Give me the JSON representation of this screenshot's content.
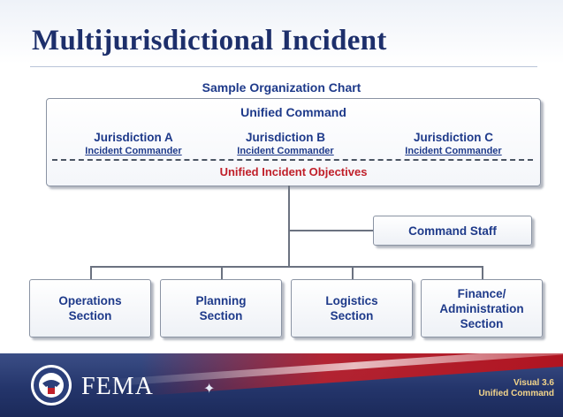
{
  "slide": {
    "title": "Multijurisdictional Incident",
    "subtitle": "Sample Organization Chart"
  },
  "unified_command": {
    "title": "Unified Command",
    "jurisdictions": [
      {
        "name": "Jurisdiction A",
        "role": "Incident Commander"
      },
      {
        "name": "Jurisdiction B",
        "role": "Incident Commander"
      },
      {
        "name": "Jurisdiction C",
        "role": "Incident Commander"
      }
    ],
    "objectives": "Unified Incident Objectives"
  },
  "command_staff": "Command Staff",
  "sections": [
    "Operations\nSection",
    "Planning\nSection",
    "Logistics\nSection",
    "Finance/\nAdministration\nSection"
  ],
  "footer": {
    "agency": "FEMA",
    "visual_number": "Visual 3.6",
    "visual_topic": "Unified Command",
    "logo_icon": "dhs-seal-icon"
  },
  "colors": {
    "title": "#1d2f6b",
    "text_blue": "#1e3a8a",
    "objectives_red": "#c0202a",
    "footer_navy": "#24356b"
  }
}
